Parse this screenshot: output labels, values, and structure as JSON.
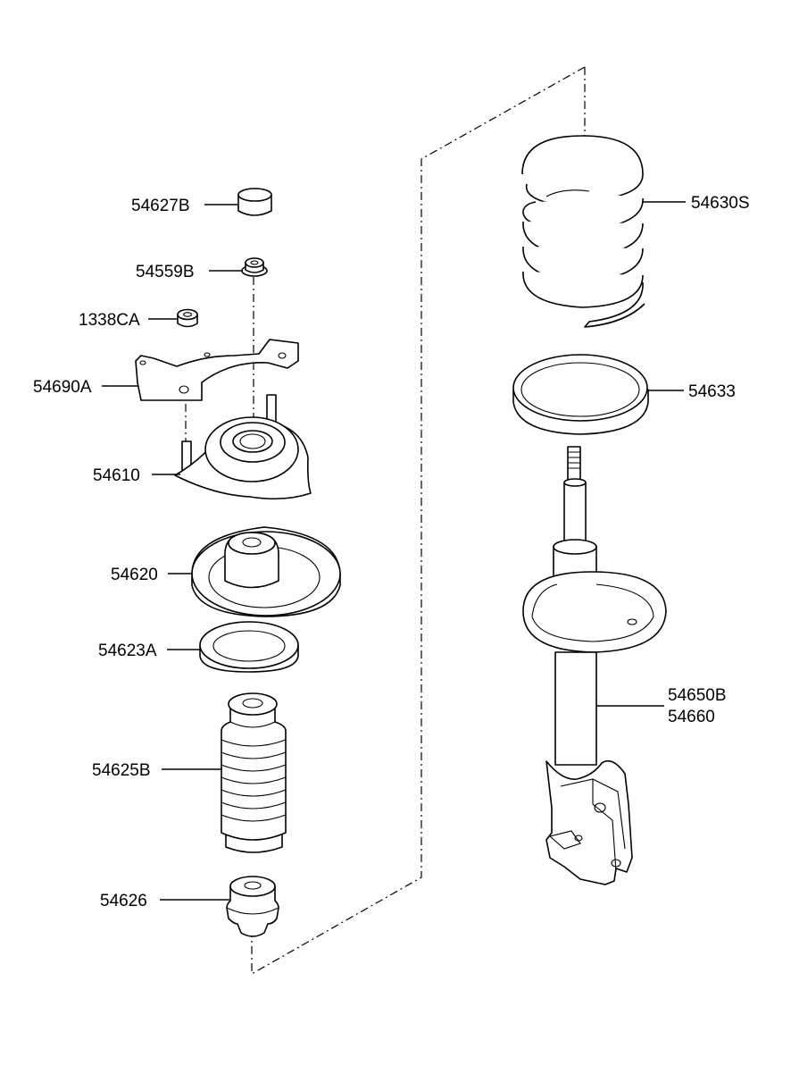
{
  "diagram": {
    "labels": {
      "p54627b": "54627B",
      "p54559b": "54559B",
      "p1338ca": "1338CA",
      "p54690a": "54690A",
      "p54610": "54610",
      "p54620": "54620",
      "p54623a": "54623A",
      "p54625b": "54625B",
      "p54626": "54626",
      "p54630s": "54630S",
      "p54633": "54633",
      "p54650b": "54650B",
      "p54660": "54660"
    }
  }
}
